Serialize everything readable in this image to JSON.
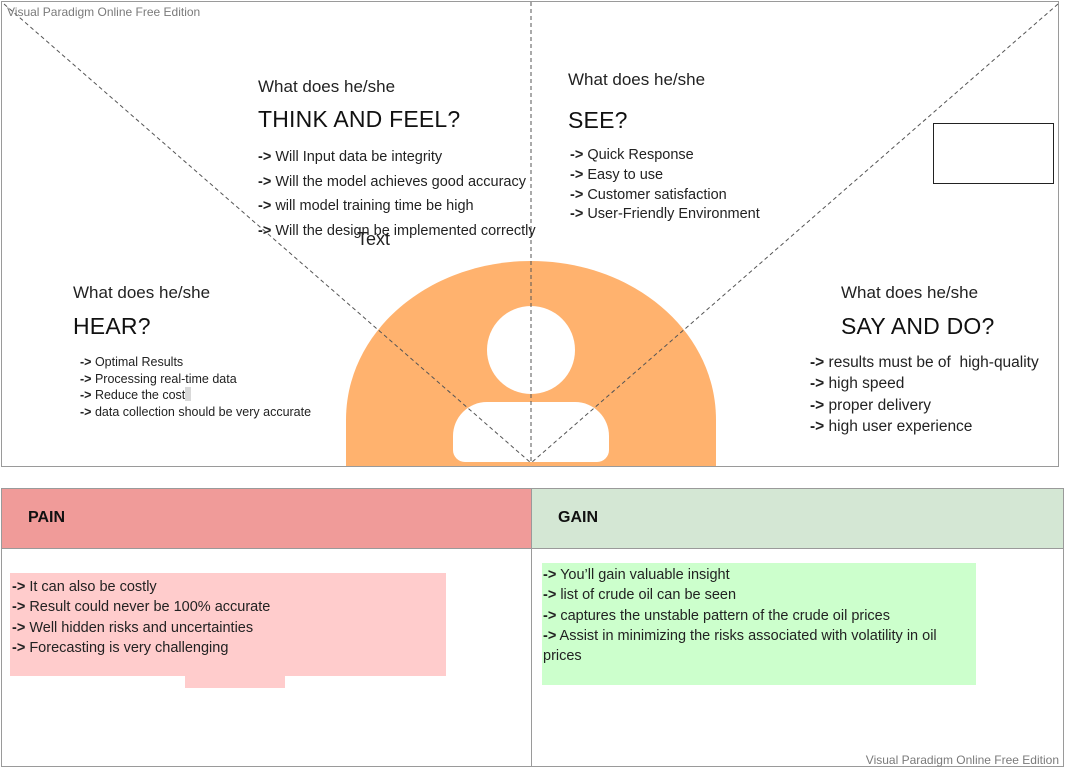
{
  "watermark": {
    "top_left": "Visual Paradigm Online Free Edition",
    "bottom_right": "Visual Paradigm Online Free Edition"
  },
  "colors": {
    "head_body": "#ffb26e",
    "pain_header": "#f09b99",
    "gain_header": "#d4e7d4",
    "pain_note": "#ffcccc",
    "gain_note": "#ccffcc",
    "border": "#9a9a9a"
  },
  "icons": {
    "persona": "user-persona-icon"
  },
  "think_feel": {
    "question": "What does he/she",
    "title": "THINK AND FEEL?",
    "items": [
      {
        "arrow": "->",
        "text": "Will Input data be integrity"
      },
      {
        "arrow": "->",
        "text": "Will the model achieves good accuracy"
      },
      {
        "arrow": "->",
        "text": "will model training time be high"
      },
      {
        "arrow": "->",
        "text": "Will the design be implemented correctly"
      }
    ]
  },
  "see": {
    "question": "What does he/she",
    "title": "SEE?",
    "items": [
      {
        "arrow": "->",
        "text": "Quick Response"
      },
      {
        "arrow": "->",
        "text": "Easy to use"
      },
      {
        "arrow": "->",
        "text": "Customer satisfaction"
      },
      {
        "arrow": "->",
        "text": "User-Friendly Environment"
      }
    ]
  },
  "hear": {
    "question": "What does he/she",
    "title": "HEAR?",
    "items": [
      {
        "arrow": "->",
        "text": "Optimal Results"
      },
      {
        "arrow": "->",
        "text": "Processing real-time data"
      },
      {
        "arrow": "->",
        "text": "Reduce the cost"
      },
      {
        "arrow": "->",
        "text": "data collection should be very accurate"
      }
    ]
  },
  "say_do": {
    "question": "What does he/she",
    "title": "SAY AND DO?",
    "items": [
      {
        "arrow": "->",
        "text": "results must be of  high-quality"
      },
      {
        "arrow": "->",
        "text": "high speed"
      },
      {
        "arrow": "->",
        "text": "proper delivery"
      },
      {
        "arrow": "->",
        "text": "high user experience"
      }
    ]
  },
  "floating_text": "Text",
  "pain": {
    "label": "PAIN",
    "items": [
      {
        "arrow": "->",
        "text": "It can also be costly"
      },
      {
        "arrow": "->",
        "text": "Result could never be 100% accurate"
      },
      {
        "arrow": "->",
        "text": "Well hidden risks and uncertainties"
      },
      {
        "arrow": "->",
        "text": "Forecasting is very challenging"
      }
    ]
  },
  "gain": {
    "label": "GAIN",
    "items": [
      {
        "arrow": "->",
        "text": "You’ll gain valuable insight"
      },
      {
        "arrow": "->",
        "text": "list of crude oil can be seen"
      },
      {
        "arrow": "->",
        "text": "captures the unstable pattern of the crude oil prices"
      },
      {
        "arrow": "->",
        "text": "Assist in minimizing the risks associated with volatility in oil prices"
      }
    ]
  }
}
